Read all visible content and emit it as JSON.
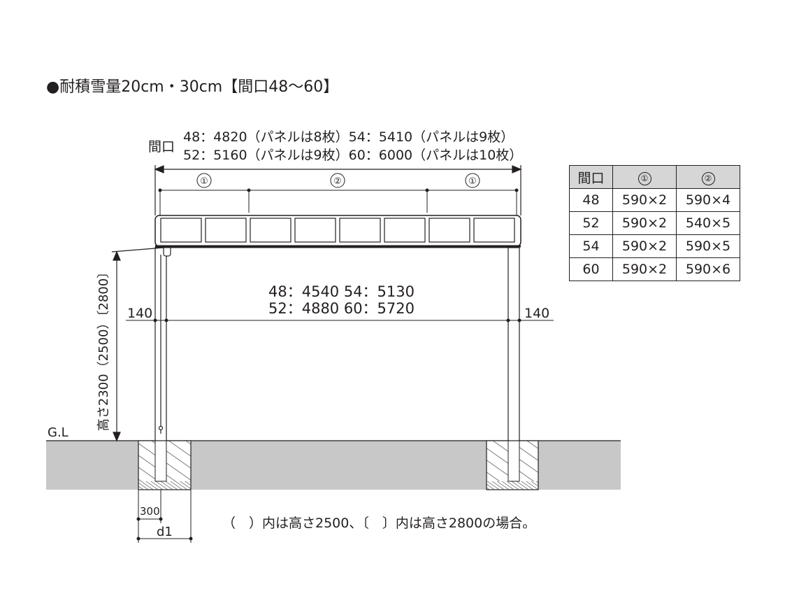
{
  "title": "●耐積雪量20cm・30cm【間口48〜60】",
  "frontage": {
    "label": "間口",
    "line1": "48：4820（パネルは8枚）54：5410（パネルは9枚）",
    "line2": "52：5160（パネルは9枚）60：6000（パネルは10枚）"
  },
  "segments": {
    "left": "①",
    "middle": "②",
    "right": "①"
  },
  "inner_span": {
    "line1": "48：4540 54：5130",
    "line2": "52：4880 60：5720"
  },
  "post_offset_left": "140",
  "post_offset_right": "140",
  "height_label": "高さ2300（2500）〔2800〕",
  "ground_label": "G.L",
  "foundation_width": "300",
  "foundation_depth": "d1",
  "note": "（　）内は高さ2500、〔　〕内は高さ2800の場合。",
  "table": {
    "headers": [
      "間口",
      "①",
      "②"
    ],
    "rows": [
      [
        "48",
        "590×2",
        "590×4"
      ],
      [
        "52",
        "590×2",
        "540×5"
      ],
      [
        "54",
        "590×2",
        "590×5"
      ],
      [
        "60",
        "590×2",
        "590×6"
      ]
    ]
  },
  "colors": {
    "line": "#231f20",
    "ground": "#c8c8c8",
    "table_header": "#d6d6d6"
  }
}
